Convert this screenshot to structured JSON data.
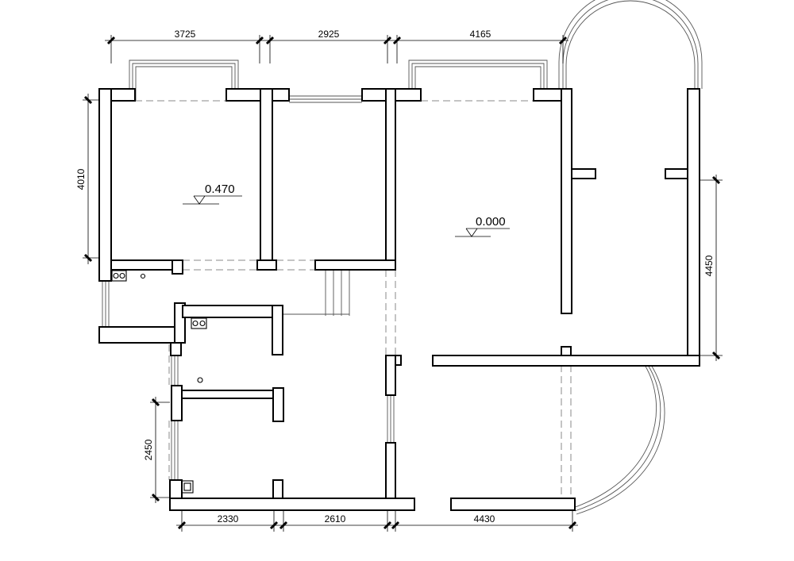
{
  "dimensions": {
    "top": [
      "3725",
      "2925",
      "4165"
    ],
    "left_upper": "4010",
    "left_lower": "2450",
    "right": "4450",
    "bottom": [
      "2330",
      "2610",
      "4430"
    ]
  },
  "levels": {
    "bedroom": "0.470",
    "living": "0.000"
  }
}
